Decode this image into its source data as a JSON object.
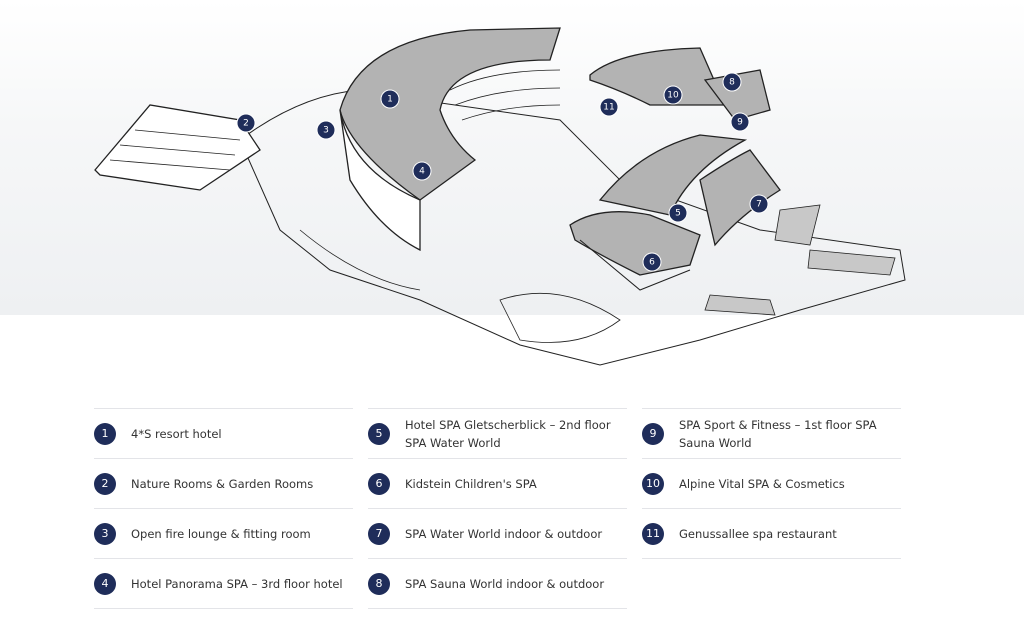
{
  "colors": {
    "marker": "#1f2d5a",
    "building": "#b3b3b3",
    "line": "#222222"
  },
  "map": {
    "markers": [
      "1",
      "2",
      "3",
      "4",
      "5",
      "6",
      "7",
      "8",
      "9",
      "10",
      "11"
    ]
  },
  "legend": [
    [
      {
        "num": "1",
        "label": "4*S resort hotel"
      },
      {
        "num": "2",
        "label": "Nature Rooms & Garden Rooms"
      },
      {
        "num": "3",
        "label": "Open fire lounge & fitting room"
      },
      {
        "num": "4",
        "label": "Hotel Panorama SPA – 3rd floor hotel"
      }
    ],
    [
      {
        "num": "5",
        "label": "Hotel SPA Gletscherblick – 2nd floor SPA Water World"
      },
      {
        "num": "6",
        "label": "Kidstein Children's SPA"
      },
      {
        "num": "7",
        "label": "SPA Water World indoor & outdoor"
      },
      {
        "num": "8",
        "label": "SPA Sauna World indoor & outdoor"
      }
    ],
    [
      {
        "num": "9",
        "label": "SPA Sport & Fitness – 1st floor SPA Sauna World"
      },
      {
        "num": "10",
        "label": "Alpine Vital SPA & Cosmetics"
      },
      {
        "num": "11",
        "label": "Genussallee spa restaurant"
      }
    ]
  ]
}
